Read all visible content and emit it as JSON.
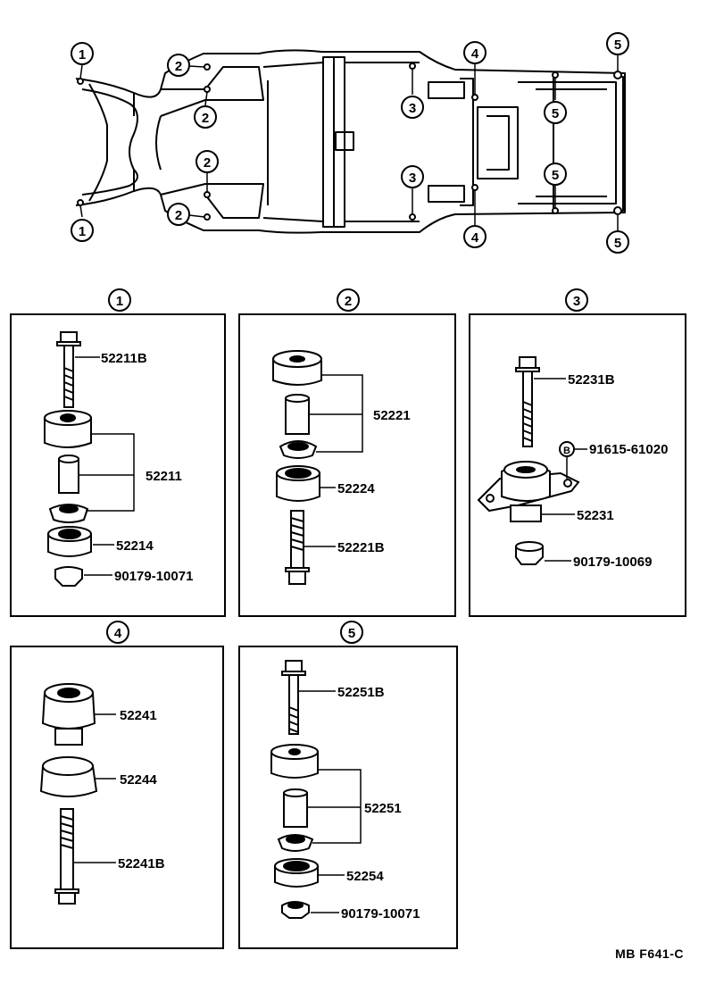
{
  "callouts": {
    "c1": "1",
    "c2": "2",
    "c3": "3",
    "c4": "4",
    "c5": "5"
  },
  "panels": {
    "p1": {
      "title": "1",
      "labels": {
        "bolt": "52211B",
        "cushion": "52211",
        "lower": "52214",
        "nut": "90179-10071"
      }
    },
    "p2": {
      "title": "2",
      "labels": {
        "cushion": "52221",
        "lower": "52224",
        "bolt": "52221B"
      }
    },
    "p3": {
      "title": "3",
      "labels": {
        "bolt": "52231B",
        "b_marker": "B",
        "b_part": "91615-61020",
        "mount": "52231",
        "nut": "90179-10069"
      }
    },
    "p4": {
      "title": "4",
      "labels": {
        "upper": "52241",
        "lower": "52244",
        "bolt": "52241B"
      }
    },
    "p5": {
      "title": "5",
      "labels": {
        "bolt": "52251B",
        "cushion": "52251",
        "lower": "52254",
        "nut": "90179-10071"
      }
    }
  },
  "footer": {
    "code": "MB  F641-C"
  }
}
